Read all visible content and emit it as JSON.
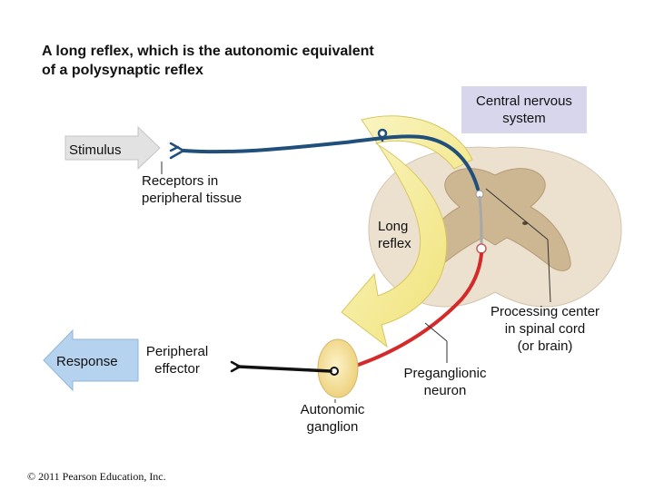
{
  "title": {
    "line1": "A long reflex, which is the autonomic equivalent",
    "line2": "of a polysynaptic reflex"
  },
  "labels": {
    "cns_line1": "Central nervous",
    "cns_line2": "system",
    "stimulus": "Stimulus",
    "receptors_line1": "Receptors in",
    "receptors_line2": "peripheral tissue",
    "long_reflex_line1": "Long",
    "long_reflex_line2": "reflex",
    "processing_line1": "Processing center",
    "processing_line2": "in spinal cord",
    "processing_line3": "(or brain)",
    "response": "Response",
    "effector_line1": "Peripheral",
    "effector_line2": "effector",
    "preganglionic_line1": "Preganglionic",
    "preganglionic_line2": "neuron",
    "ganglion_line1": "Autonomic",
    "ganglion_line2": "ganglion"
  },
  "copyright": "© 2011 Pearson Education, Inc.",
  "colors": {
    "cns_box": "#d8d6ec",
    "stimulus_arrow": "#e2e2e2",
    "response_arrow": "#b5d3ee",
    "sensory_neuron": "#1f4f7a",
    "motor_neuron": "#d42a2a",
    "reflex_arrow": "#f5ec94",
    "spinal_white_matter": "#ece1cf",
    "spinal_gray_matter": "#cdb692",
    "ganglion": "#f4de9a"
  },
  "icons": {
    "stimulus_arrow": "stimulus-arrow-icon",
    "response_arrow": "response-arrow-icon",
    "receptor": "receptor-ending-icon",
    "spinal_cord": "spinal-cord-section-icon",
    "ganglion": "autonomic-ganglion-icon"
  }
}
